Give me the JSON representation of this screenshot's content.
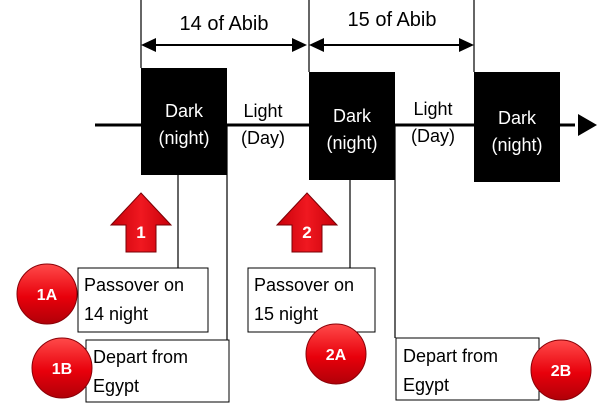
{
  "periods": [
    {
      "label": "14 of Abib"
    },
    {
      "label": "15 of Abib"
    }
  ],
  "blocks": [
    {
      "line1": "Dark",
      "line2": "(night)"
    },
    {
      "line1": "Dark",
      "line2": "(night)"
    },
    {
      "line1": "Dark",
      "line2": "(night)"
    }
  ],
  "light_labels": [
    {
      "line1": "Light",
      "line2": "(Day)"
    },
    {
      "line1": "Light",
      "line2": "(Day)"
    }
  ],
  "arrows": [
    {
      "label": "1"
    },
    {
      "label": "2"
    }
  ],
  "notes": [
    {
      "line1": "Passover on",
      "line2": "14 night"
    },
    {
      "line1": "Depart  from",
      "line2": "Egypt"
    },
    {
      "line1": "Passover on",
      "line2": "15 night"
    },
    {
      "line1": "Depart  from",
      "line2": "Egypt"
    }
  ],
  "badges": [
    {
      "label": "1A"
    },
    {
      "label": "1B"
    },
    {
      "label": "2A"
    },
    {
      "label": "2B"
    }
  ],
  "colors": {
    "dark_block": "#000000",
    "badge_red": "#e8000b",
    "arrow_red": "#e8000b",
    "line": "#000000"
  }
}
